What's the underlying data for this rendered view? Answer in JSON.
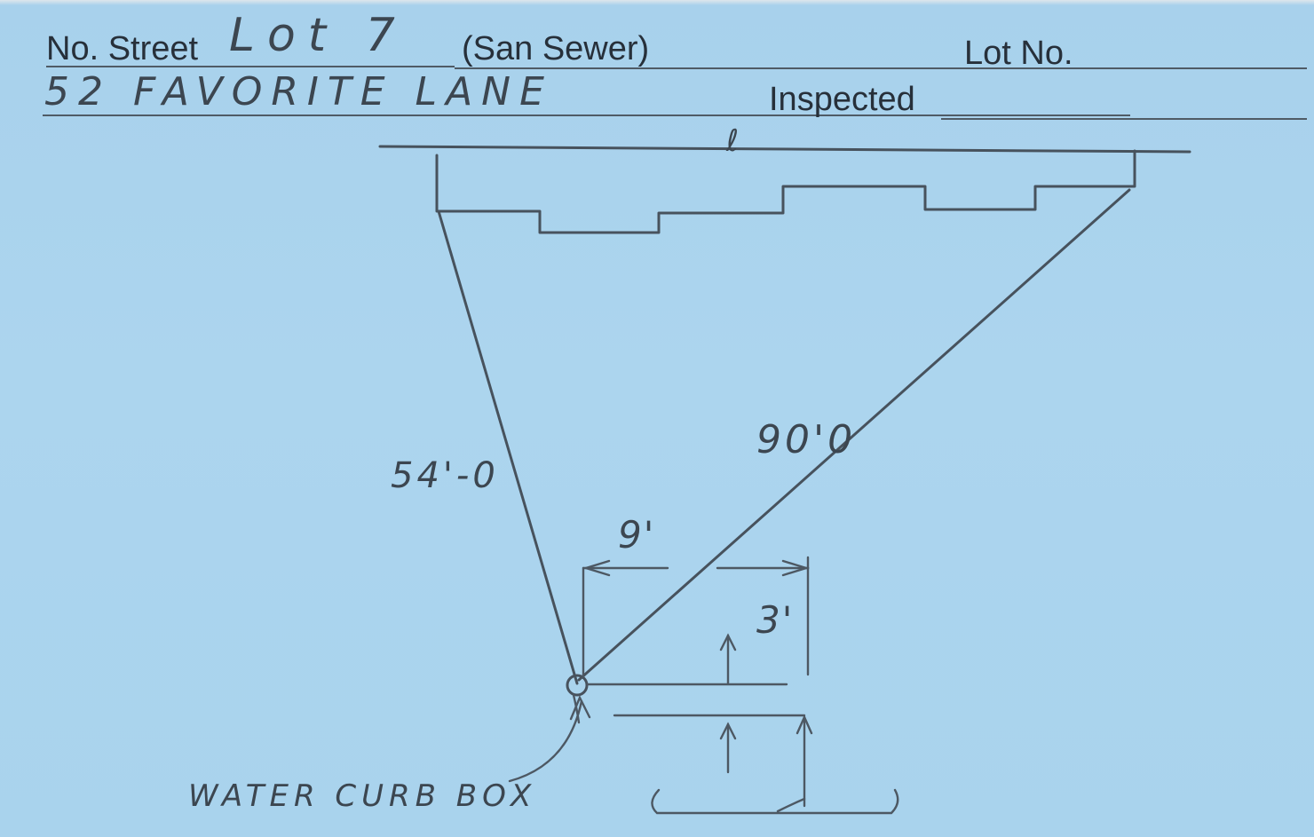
{
  "card": {
    "street_label": "No. Street",
    "street_value": "Lot 7",
    "service_label": "(San Sewer)",
    "lot_label": "Lot No.",
    "address_value": "52 Favorite Lane",
    "inspected_label": "Inspected"
  },
  "sketch": {
    "centerline_mark": "ℓ",
    "dim_left": "54'-0",
    "dim_right": "90'0",
    "dim_offset": "9'",
    "dim_depth": "3'",
    "callout": "WATER CURB BOX"
  },
  "colors": {
    "card_background": "#a9d2ec",
    "ink": "#47525d",
    "printed_text": "#27303a"
  }
}
